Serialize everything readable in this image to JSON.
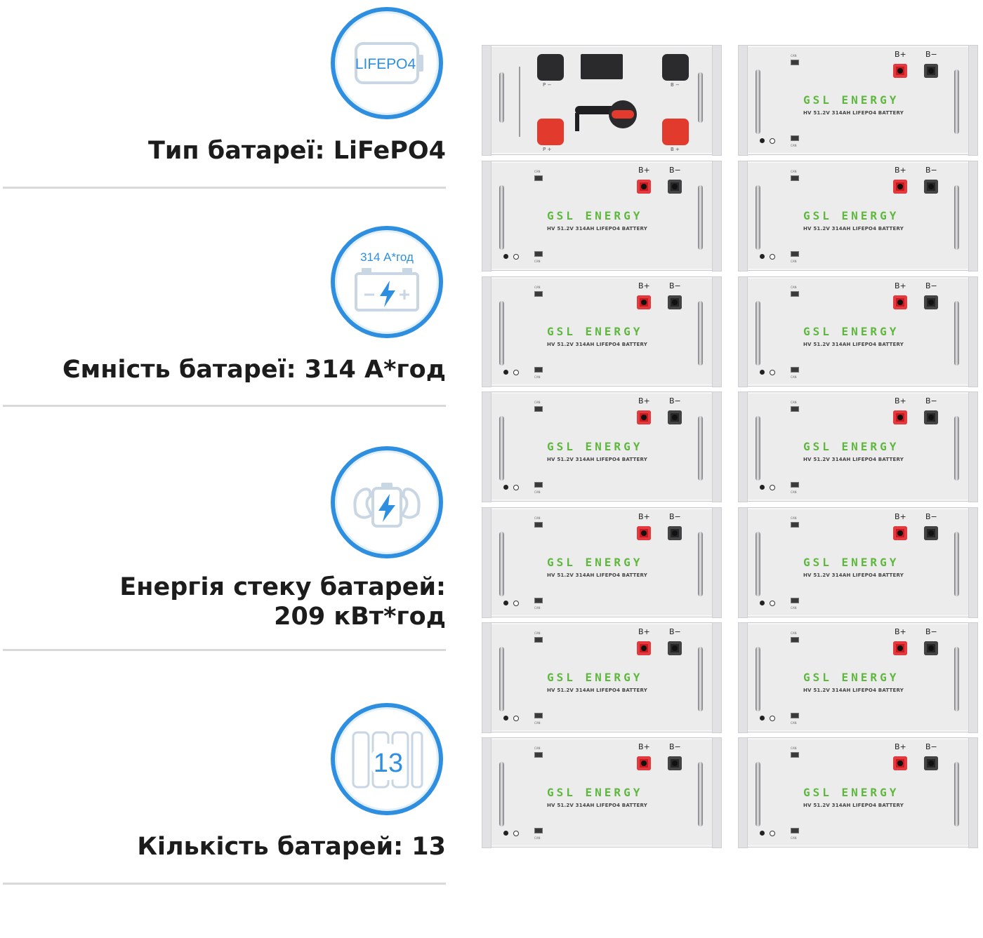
{
  "specs": [
    {
      "icon_name": "lifepo4-battery-icon",
      "icon_text": "LIFEPO4",
      "label": "Тип батареї: LiFePO4"
    },
    {
      "icon_name": "battery-capacity-icon",
      "icon_text": "314 А*год",
      "label": "Ємність батареї: 314 А*год"
    },
    {
      "icon_name": "strong-battery-icon",
      "label_line1": "Енергія стеку батарей:",
      "label_line2": "209 кВт*год"
    },
    {
      "icon_name": "battery-count-icon",
      "icon_text": "13",
      "label": "Кількість батарей: 13"
    }
  ],
  "rack": {
    "controller": {
      "p_minus": "P −",
      "b_minus": "B −",
      "p_plus": "P +",
      "b_plus": "B +"
    },
    "module": {
      "brand": "GSL ENERGY",
      "model": "HV 51.2V 314AH LIFEPO4 BATTERY",
      "pos_label": "B+",
      "neg_label": "B−",
      "can_label": "CAN"
    },
    "module_count": 13
  },
  "colors": {
    "accent": "#2e8fe0",
    "brand_green": "#5fb83e",
    "terminal_red": "#c8191f",
    "divider": "#d9d9d9"
  }
}
